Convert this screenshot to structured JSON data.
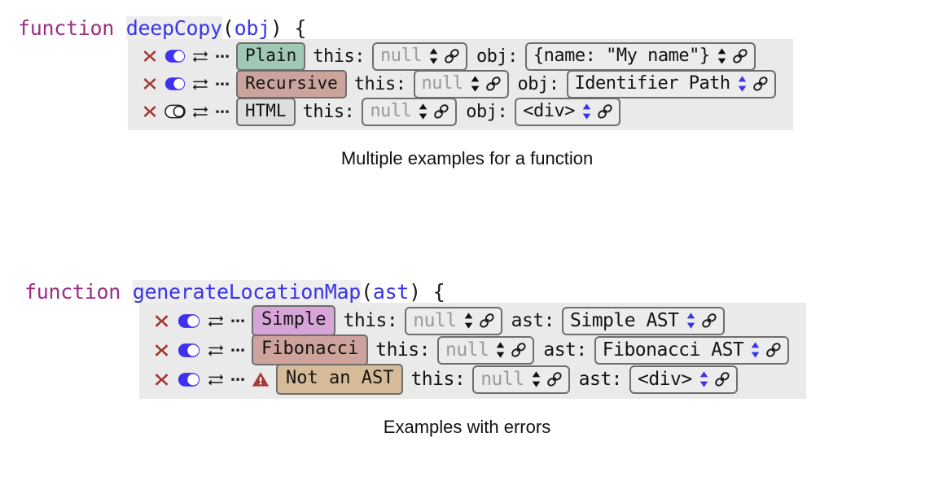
{
  "figures": [
    {
      "signature": {
        "keyword": "function",
        "name": "deepCopy",
        "open_paren": "(",
        "param": "obj",
        "close_paren": ")",
        "brace": "{"
      },
      "caption": "Multiple examples for a function",
      "rows": [
        {
          "delete_icon": "x-icon",
          "toggle_icon": "toggle-on-icon",
          "toggle_state": "on",
          "swap_icon": "swap-arrows-icon",
          "more_icon": "ellipsis-icon",
          "warning_icon": null,
          "chip": "Plain",
          "chip_color": "#9fc9b4",
          "fields": [
            {
              "label": "this:",
              "value": "null",
              "placeholder": true,
              "spinner": "spinner-arrows-icon",
              "spinner_color": "#111111",
              "link_icon": "link-icon"
            },
            {
              "label": "obj:",
              "value": "{name: \"My name\"}",
              "placeholder": false,
              "spinner": "spinner-arrows-icon",
              "spinner_color": "#111111",
              "link_icon": "link-icon"
            }
          ]
        },
        {
          "delete_icon": "x-icon",
          "toggle_icon": "toggle-on-icon",
          "toggle_state": "on",
          "swap_icon": "swap-arrows-icon",
          "more_icon": "ellipsis-icon",
          "warning_icon": null,
          "chip": "Recursive",
          "chip_color": "#cca49e",
          "fields": [
            {
              "label": "this:",
              "value": "null",
              "placeholder": true,
              "spinner": "spinner-arrows-icon",
              "spinner_color": "#111111",
              "link_icon": "link-icon"
            },
            {
              "label": "obj:",
              "value": "Identifier Path",
              "placeholder": false,
              "spinner": "spinner-arrows-icon",
              "spinner_color": "#3a34e8",
              "link_icon": "link-icon"
            }
          ]
        },
        {
          "delete_icon": "x-icon",
          "toggle_icon": "toggle-off-icon",
          "toggle_state": "off",
          "swap_icon": "swap-arrows-icon",
          "more_icon": "ellipsis-icon",
          "warning_icon": null,
          "chip": "HTML",
          "chip_color": "#dedede",
          "fields": [
            {
              "label": "this:",
              "value": "null",
              "placeholder": true,
              "spinner": "spinner-arrows-icon",
              "spinner_color": "#111111",
              "link_icon": "link-icon"
            },
            {
              "label": "obj:",
              "value": "<div>",
              "placeholder": false,
              "spinner": "spinner-arrows-icon",
              "spinner_color": "#3a34e8",
              "link_icon": "link-icon"
            }
          ]
        }
      ]
    },
    {
      "signature": {
        "keyword": "function",
        "name": "generateLocationMap",
        "open_paren": "(",
        "param": "ast",
        "close_paren": ")",
        "brace": "{"
      },
      "caption": "Examples with errors",
      "rows": [
        {
          "delete_icon": "x-icon",
          "toggle_icon": "toggle-on-icon",
          "toggle_state": "on",
          "swap_icon": "swap-arrows-icon",
          "more_icon": "ellipsis-icon",
          "warning_icon": null,
          "chip": "Simple",
          "chip_color": "#d6a4d6",
          "fields": [
            {
              "label": "this:",
              "value": "null",
              "placeholder": true,
              "spinner": "spinner-arrows-icon",
              "spinner_color": "#111111",
              "link_icon": "link-icon"
            },
            {
              "label": "ast:",
              "value": "Simple AST",
              "placeholder": false,
              "spinner": "spinner-arrows-icon",
              "spinner_color": "#3a34e8",
              "link_icon": "link-icon"
            }
          ]
        },
        {
          "delete_icon": "x-icon",
          "toggle_icon": "toggle-on-icon",
          "toggle_state": "on",
          "swap_icon": "swap-arrows-icon",
          "more_icon": "ellipsis-icon",
          "warning_icon": null,
          "chip": "Fibonacci",
          "chip_color": "#cda39c",
          "fields": [
            {
              "label": "this:",
              "value": "null",
              "placeholder": true,
              "spinner": "spinner-arrows-icon",
              "spinner_color": "#111111",
              "link_icon": "link-icon"
            },
            {
              "label": "ast:",
              "value": "Fibonacci AST",
              "placeholder": false,
              "spinner": "spinner-arrows-icon",
              "spinner_color": "#3a34e8",
              "link_icon": "link-icon"
            }
          ]
        },
        {
          "delete_icon": "x-icon",
          "toggle_icon": "toggle-on-icon",
          "toggle_state": "on",
          "swap_icon": "swap-arrows-icon",
          "more_icon": "ellipsis-icon",
          "warning_icon": "warning-triangle-icon",
          "chip": "Not an AST",
          "chip_color": "#d5bb97",
          "fields": [
            {
              "label": "this:",
              "value": "null",
              "placeholder": true,
              "spinner": "spinner-arrows-icon",
              "spinner_color": "#111111",
              "link_icon": "link-icon"
            },
            {
              "label": "ast:",
              "value": "<div>",
              "placeholder": false,
              "spinner": "spinner-arrows-icon",
              "spinner_color": "#3a34e8",
              "link_icon": "link-icon"
            }
          ]
        }
      ]
    }
  ],
  "colors": {
    "keyword": "#9b2d85",
    "identifier": "#3a34e8",
    "panel_bg": "#eaeaea",
    "delete": "#a03333",
    "toggle_on": "#3f31f0",
    "warning": "#a63a3a"
  }
}
